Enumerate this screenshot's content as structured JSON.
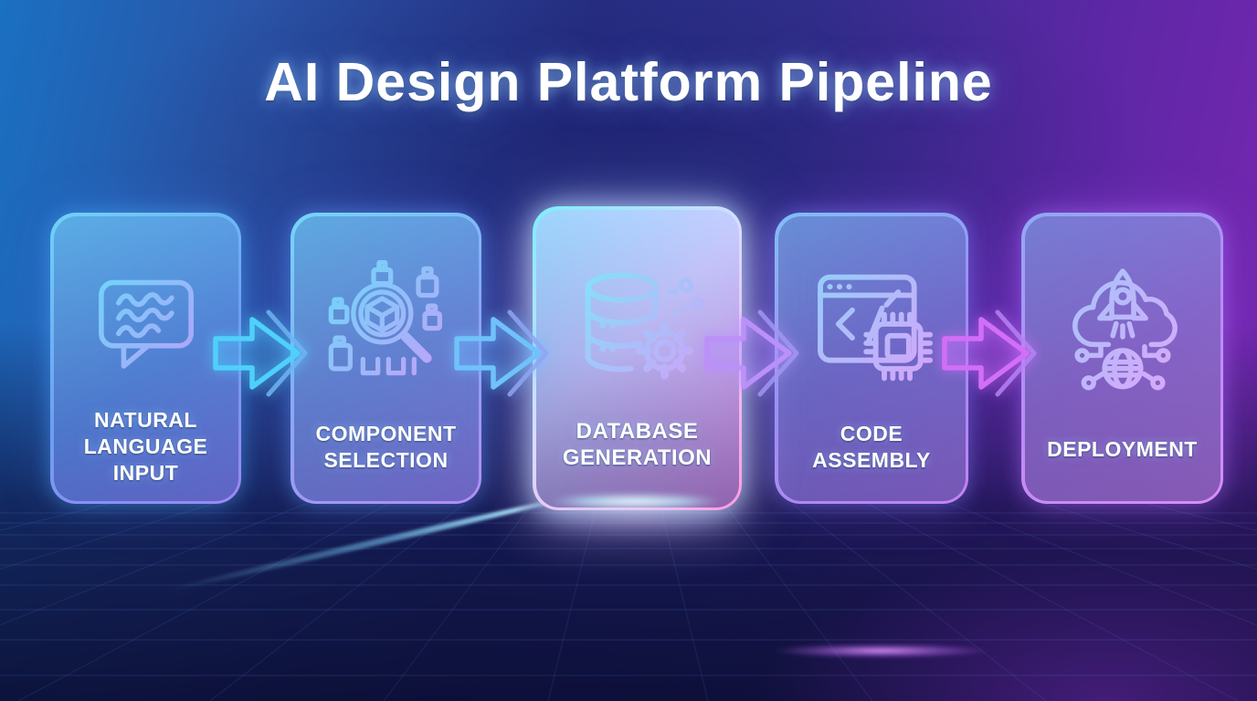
{
  "title": "AI Design Platform Pipeline",
  "stages": [
    {
      "id": "natural-language-input",
      "label": "NATURAL\nLANGUAGE\nINPUT",
      "icon": "speech-bubble-icon",
      "highlighted": false
    },
    {
      "id": "component-selection",
      "label": "COMPONENT\nSELECTION",
      "icon": "component-search-icon",
      "highlighted": false
    },
    {
      "id": "database-generation",
      "label": "DATABASE\nGENERATION",
      "icon": "database-gear-icon",
      "highlighted": true
    },
    {
      "id": "code-assembly",
      "label": "CODE\nASSEMBLY",
      "icon": "code-chip-icon",
      "highlighted": false
    },
    {
      "id": "deployment",
      "label": "DEPLOYMENT",
      "icon": "cloud-rocket-icon",
      "highlighted": false
    }
  ],
  "flow": {
    "direction": "left-to-right",
    "arrow_count": 4,
    "arrow_icon": "arrow-right-icon"
  },
  "colors": {
    "background_blue": "#1a70c2",
    "background_indigo": "#283187",
    "background_purple": "#7b27b4",
    "accent_cyan": "#5fd8ff",
    "accent_purple": "#c06bf5",
    "highlight_pink": "#ff9ce2",
    "text": "#ffffff"
  }
}
